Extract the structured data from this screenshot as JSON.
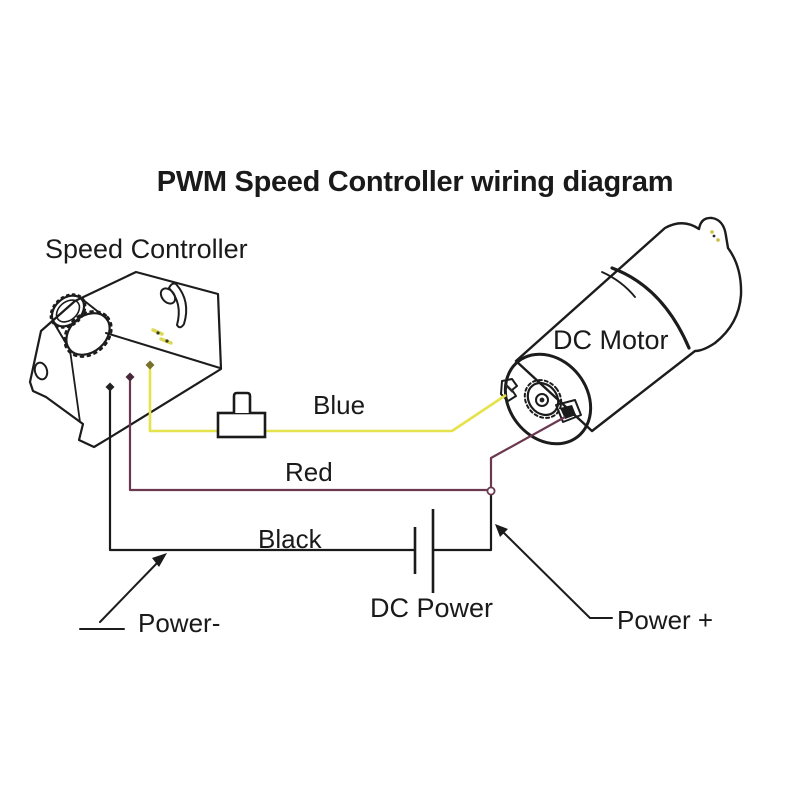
{
  "title": "PWM Speed Controller wiring diagram",
  "components": {
    "speed_controller": {
      "label": "Speed Controller"
    },
    "dc_motor": {
      "label": "DC Motor"
    },
    "power_switch": {
      "name": "inline power switch"
    },
    "battery": {
      "label": "DC Power"
    }
  },
  "wires": [
    {
      "label": "Blue",
      "drawn_color": "#e6e24c"
    },
    {
      "label": "Red",
      "drawn_color": "#6b3850"
    },
    {
      "label": "Black",
      "drawn_color": "#1a1a1a"
    }
  ],
  "power_terminals": {
    "negative_label": "Power-",
    "positive_label": "Power +"
  },
  "colors": {
    "background": "#ffffff",
    "line": "#1c1c1c",
    "blue_wire_drawn": "#e6e24c",
    "red_wire_drawn": "#6b3850",
    "black_wire_drawn": "#1a1a1a"
  }
}
